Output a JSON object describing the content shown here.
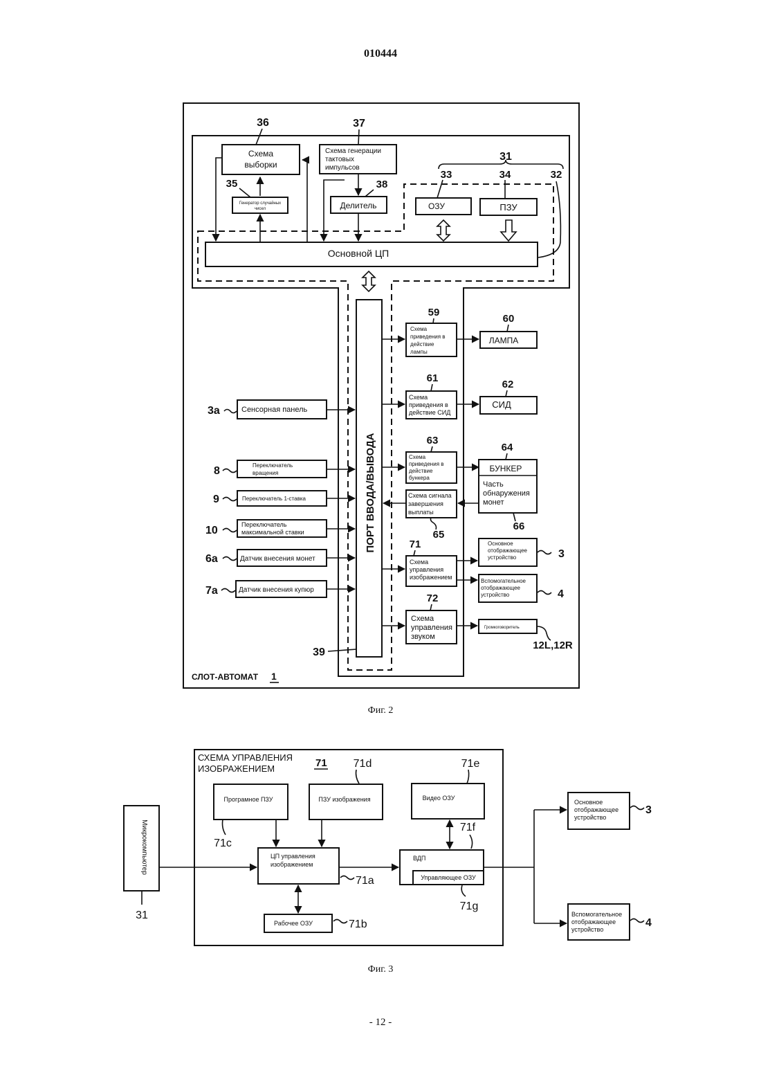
{
  "page": {
    "doc_number": "010444",
    "page_number": "- 12 -"
  },
  "fig2": {
    "caption": "Фиг. 2",
    "machine_label": "СЛОТ-АВТОМАТ",
    "machine_ref": "1",
    "sampling": {
      "ref": "36",
      "line1": "Схема",
      "line2": "выборки"
    },
    "clockgen": {
      "ref": "37",
      "line1": "Схема генерации",
      "line2": "тактовых",
      "line3": "импульсов"
    },
    "rng": {
      "ref": "35",
      "line1": "Генератор случайных",
      "line2": "чисел"
    },
    "divider": {
      "ref": "38",
      "label": "Делитель"
    },
    "mem_group_ref": "31",
    "ram": {
      "ref": "33",
      "label": "ОЗУ"
    },
    "rom": {
      "ref": "34",
      "label": "ПЗУ"
    },
    "cpu_area_ref": "32",
    "main_cpu": "Основной ЦП",
    "io_port": {
      "ref": "39",
      "label": "ПОРТ ВВОДА/ВЫВОДА"
    },
    "inputs": [
      {
        "ref": "3a",
        "line1": "Сенсорная панель",
        "line2": ""
      },
      {
        "ref": "8",
        "line1": "Переключатель",
        "line2": "вращения"
      },
      {
        "ref": "9",
        "line1": "Переключатель 1-ставка",
        "line2": ""
      },
      {
        "ref": "10",
        "line1": "Переключатель",
        "line2": "максимальной ставки"
      },
      {
        "ref": "6a",
        "line1": "Датчик внесения монет",
        "line2": ""
      },
      {
        "ref": "7a",
        "line1": "Датчик внесения купюр",
        "line2": ""
      }
    ],
    "lamp_drv": {
      "ref": "59",
      "line1": "Схема",
      "line2": "приведения в",
      "line3": "действие",
      "line4": "лампы"
    },
    "lamp": {
      "ref": "60",
      "label": "ЛАМПА"
    },
    "led_drv": {
      "ref": "61",
      "line1": "Схема",
      "line2": "приведения в",
      "line3": "действие СИД"
    },
    "led": {
      "ref": "62",
      "label": "СИД"
    },
    "hopper_drv": {
      "ref": "63",
      "line1": "Схема",
      "line2": "приведения в",
      "line3": "действие",
      "line4": "бункера"
    },
    "hopper": {
      "ref": "64",
      "label": "БУНКЕР",
      "line1": "Часть",
      "line2": "обнаружения",
      "line3": "монет"
    },
    "coin_det_ref": "66",
    "payout_sig": {
      "ref": "65",
      "line1": "Схема сигнала",
      "line2": "завершения",
      "line3": "выплаты"
    },
    "img_ctrl": {
      "ref": "71",
      "line1": "Схема",
      "line2": "управления",
      "line3": "изображением"
    },
    "main_disp": {
      "ref": "3",
      "line1": "Основное",
      "line2": "отображающее",
      "line3": "устройство"
    },
    "sub_disp": {
      "ref": "4",
      "line1": "Вспомогательное",
      "line2": "отображающее",
      "line3": "устройство"
    },
    "sound_ctrl": {
      "ref": "72",
      "line1": "Схема",
      "line2": "управления",
      "line3": "звуком"
    },
    "speaker": {
      "ref": "12L,12R",
      "label": "Громкоговоритель"
    }
  },
  "fig3": {
    "caption": "Фиг. 3",
    "title_line1": "СХЕМА УПРАВЛЕНИЯ",
    "title_line2": "ИЗОБРАЖЕНИЕМ",
    "title_ref": "71",
    "microcomputer": {
      "ref": "31",
      "label": "Микрокомпьютер"
    },
    "prog_rom": {
      "ref": "71c",
      "label": "Програмное ПЗУ"
    },
    "img_rom": {
      "ref": "71d",
      "label": "ПЗУ изображения"
    },
    "video_ram": {
      "ref": "71e",
      "label": "Видео ОЗУ"
    },
    "img_cpu": {
      "ref": "71a",
      "line1": "ЦП управления",
      "line2": "изображением"
    },
    "vdp": {
      "ref": "71f",
      "label": "ВДП"
    },
    "ctrl_ram": {
      "ref": "71g",
      "label": "Управляющее ОЗУ"
    },
    "work_ram": {
      "ref": "71b",
      "label": "Рабочее ОЗУ"
    },
    "main_disp": {
      "ref": "3",
      "line1": "Основное",
      "line2": "отображающее",
      "line3": "устройство"
    },
    "sub_disp": {
      "ref": "4",
      "line1": "Вспомогательное",
      "line2": "отображающее",
      "line3": "устройство"
    }
  }
}
